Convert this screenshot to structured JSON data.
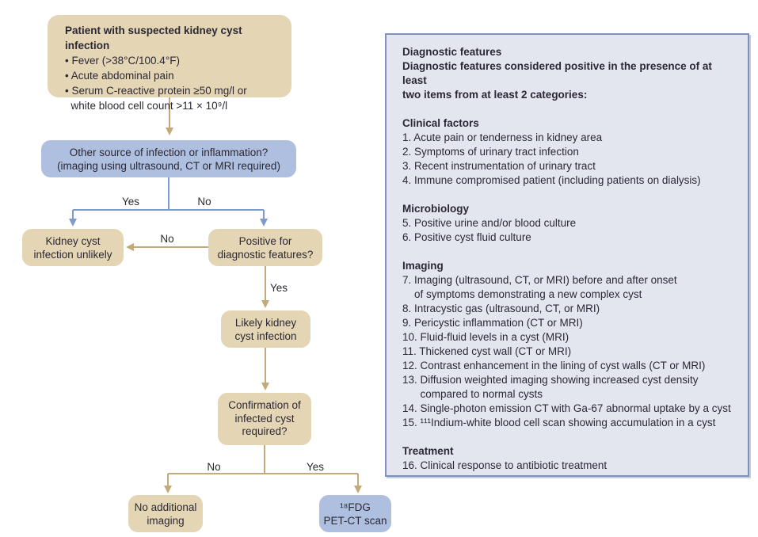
{
  "figure": {
    "type": "clinical-decision-flowchart",
    "topic": "Diagnosis of kidney cyst infection"
  },
  "flowchart": {
    "patient_box": {
      "title": "Patient with suspected kidney cyst infection",
      "bullets": [
        "• Fever (>38°C/100.4°F)",
        "• Acute abdominal pain",
        "• Serum C-reactive protein ≥50 mg/l or\n  white blood cell count >11 × 10⁹/l"
      ]
    },
    "decision_other_source": "Other source of infection or inflammation?\n(imaging using ultrasound, CT or MRI required)",
    "box_unlikely": "Kidney cyst\ninfection unlikely",
    "box_positive": "Positive for\ndiagnostic features?",
    "box_likely": "Likely kidney\ncyst infection",
    "box_confirmation": "Confirmation of\ninfected cyst\nrequired?",
    "box_no_imaging": "No additional\nimaging",
    "box_petct": "¹⁸FDG\nPET-CT scan",
    "edge_labels": {
      "decision_yes": "Yes",
      "decision_no": "No",
      "positive_no": "No",
      "positive_yes": "Yes",
      "confirm_no": "No",
      "confirm_yes": "Yes"
    }
  },
  "panel": {
    "title": "Diagnostic features",
    "intro": "Diagnostic features considered positive in the presence of at least\ntwo items from at least 2 categories:",
    "sections": [
      {
        "heading": "Clinical factors",
        "items": [
          "1. Acute pain or tenderness in kidney area",
          "2. Symptoms of urinary tract infection",
          "3. Recent instrumentation of urinary tract",
          "4. Immune compromised patient (including patients on dialysis)"
        ]
      },
      {
        "heading": "Microbiology",
        "items": [
          "5. Positive urine and/or blood culture",
          "6. Positive cyst fluid culture"
        ]
      },
      {
        "heading": "Imaging",
        "items": [
          "7. Imaging (ultrasound, CT, or MRI) before and after onset\n    of symptoms demonstrating a new complex cyst",
          "8. Intracystic gas (ultrasound, CT, or MRI)",
          "9. Pericystic inflammation (CT or MRI)",
          "10. Fluid-fluid levels in a cyst (MRI)",
          "11. Thickened cyst wall (CT or MRI)",
          "12. Contrast enhancement in the lining of cyst walls (CT or MRI)",
          "13. Diffusion weighted imaging showing increased cyst density\n      compared to normal cysts",
          "14. Single-photon emission CT with Ga-67 abnormal uptake by a cyst",
          "15. ¹¹¹Indium-white blood cell scan showing accumulation in a cyst"
        ]
      },
      {
        "heading": "Treatment",
        "items": [
          "16. Clinical response to antibiotic treatment"
        ]
      }
    ]
  },
  "colors": {
    "tan_box": "#e4d6b5",
    "tan_line": "#c4aa79",
    "blue_box": "#aebfdf",
    "blue_line": "#7e9bcb",
    "panel_bg": "#e3e6ef",
    "panel_border": "#7f92ba",
    "text": "#2b2834"
  }
}
